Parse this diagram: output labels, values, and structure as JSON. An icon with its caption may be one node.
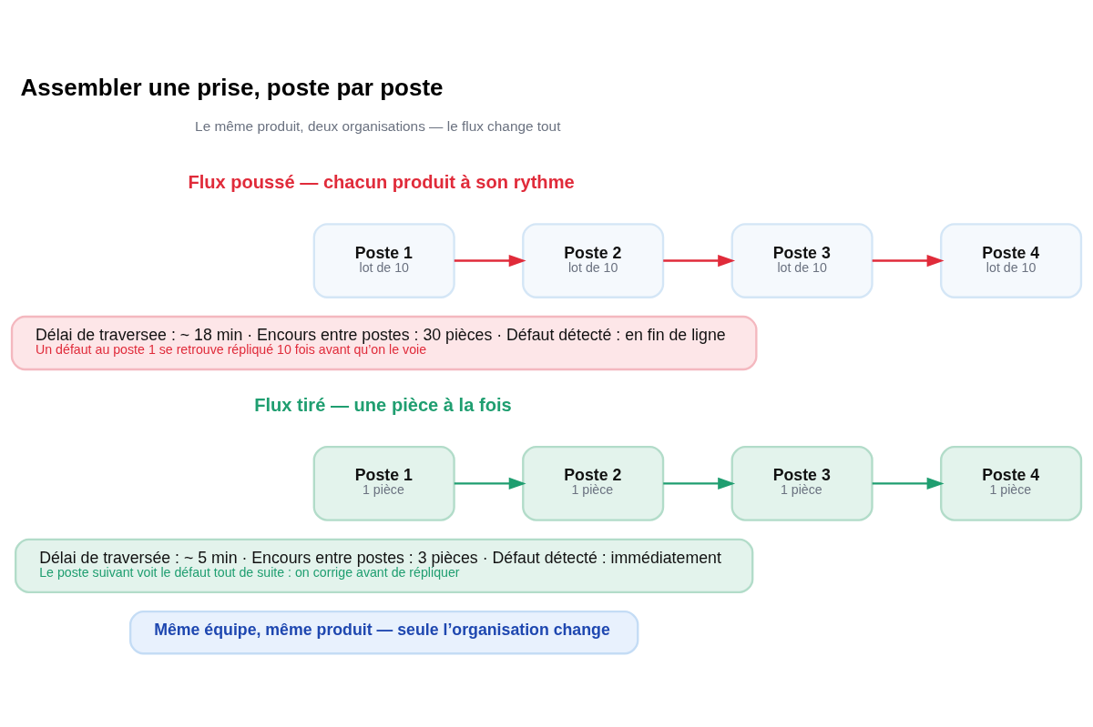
{
  "diagram": {
    "title": "Assembler une prise, poste par poste",
    "nodes": [
      {
        "text": [
          "Poste 1",
          "lot de 10"
        ]
      },
      {
        "text": [
          "Poste 2",
          "lot de 10"
        ]
      },
      {
        "text": [
          "Poste 3",
          "lot de 10"
        ]
      },
      {
        "text": [
          "Poste 4",
          "lot de 10"
        ]
      },
      {
        "text": [
          "Délai de traversee : ~ 18 min · Encours entre postes : 30 pièces · Défaut détecté : en fin de ligne",
          "Un défaut au poste 1 se retrouve répliqué 10 fois avant qu’on le voie"
        ]
      },
      {
        "text": [
          "Poste 1",
          "1 pièce"
        ]
      },
      {
        "text": [
          "Poste 2",
          "1 pièce"
        ]
      },
      {
        "text": [
          "Poste 3",
          "1 pièce"
        ]
      },
      {
        "text": [
          "Poste 4",
          "1 pièce"
        ]
      },
      {
        "text": [
          "Délai de traversée : ~ 5 min · Encours entre postes : 3 pièces · Défaut détecté : immédiatement",
          "Le poste suivant voit le défaut tout de suite : on corrige avant de répliquer"
        ]
      },
      {
        "text": [
          "Même équipe, même produit — seule l’organisation change"
        ]
      }
    ],
    "edges": [
      {
        "from": 0,
        "to": 1,
        "arrow": "to",
        "color": "#e02b3a"
      },
      {
        "from": 1,
        "to": 2,
        "arrow": "to",
        "color": "#e02b3a"
      },
      {
        "from": 2,
        "to": 3,
        "arrow": "to",
        "color": "#e02b3a"
      },
      {
        "from": 5,
        "to": 6,
        "arrow": "to",
        "color": "#1f9e70"
      },
      {
        "from": 6,
        "to": 7,
        "arrow": "to",
        "color": "#1f9e70"
      },
      {
        "from": 7,
        "to": 8,
        "arrow": "to",
        "color": "#1f9e70"
      }
    ],
    "labels": [
      "Le même produit, deux organisations — le flux change tout",
      "Flux poussé — chacun produit à son rythme",
      "Flux tiré — une pièce à la fois"
    ]
  }
}
